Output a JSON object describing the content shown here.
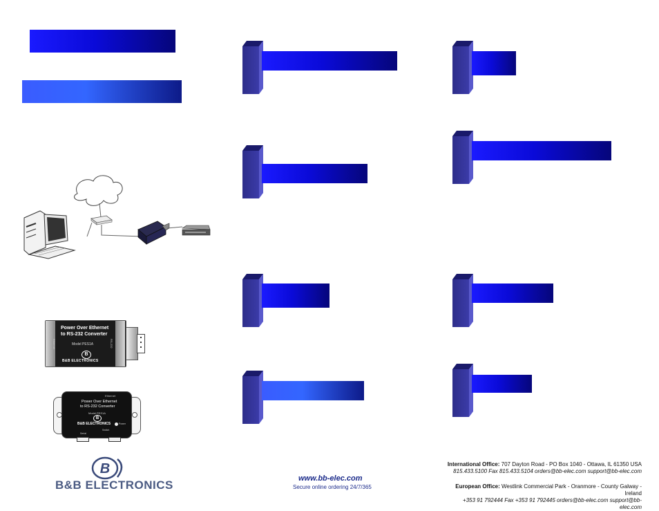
{
  "product": {
    "label_line1": "Power Over Ethernet",
    "label_line2": "to RS-232 Converter",
    "model": "Model PES1A",
    "brand": "B&B ELECTRONICS",
    "port_left": "Ethernet",
    "port_right": "RS-232",
    "bottom_label_line1": "Power Over Ethernet",
    "bottom_label_line2": "to RS-232 Converter",
    "bottom_model": "Model PES1A",
    "bottom_brand": "B&B ELECTRONICS",
    "bottom_ethernet": "Ethernet",
    "bottom_serial": "Serial",
    "bottom_switch": "Switch",
    "bottom_power": "Power"
  },
  "logo": {
    "brand": "B&B ELECTRONICS"
  },
  "web": {
    "url": "www.bb-elec.com",
    "tagline": "Secure online ordering 24/7/365"
  },
  "offices": {
    "intl_label": "International Office:",
    "intl_address": "707 Dayton Road - PO Box 1040 - Ottawa, IL 61350 USA",
    "intl_contact": "815.433.5100   Fax 815.433.5104   orders@bb-elec.com   support@bb-elec.com",
    "eu_label": "European Office:",
    "eu_address": "Westlink Commercial Park - Oranmore - County Galway - Ireland",
    "eu_contact": "+353 91 792444   Fax +353 91 792445   orders@bb-elec.com   support@bb-elec.com"
  },
  "colors": {
    "accent": "#0a0ad8",
    "dark": "#06067a",
    "light": "#3366ff"
  }
}
